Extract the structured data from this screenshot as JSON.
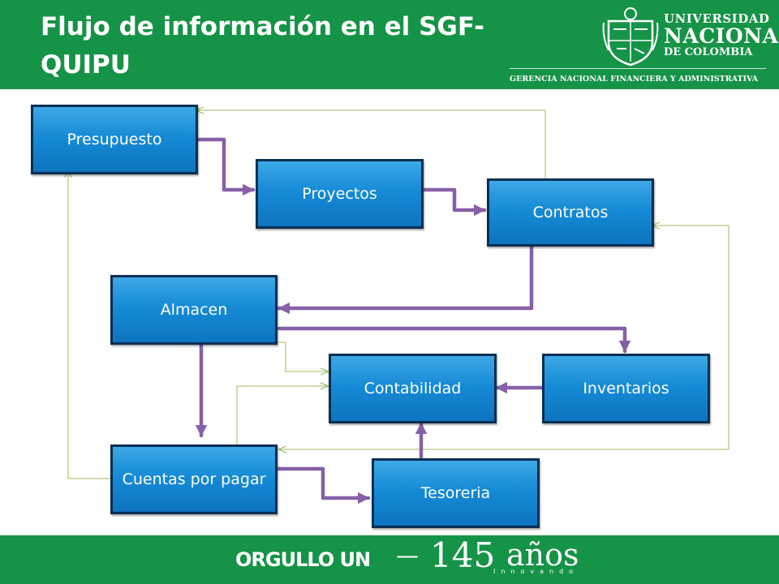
{
  "title": "Flujo de información en el SGF-QUIPU",
  "logo": {
    "line1": "UNIVERSIDAD",
    "line2": "NACIONAL",
    "line3": "DE COLOMBIA",
    "subtitle": "GERENCIA NACIONAL FINANCIERA Y ADMINISTRATIVA"
  },
  "nodes": {
    "presupuesto": "Presupuesto",
    "proyectos": "Proyectos",
    "contratos": "Contratos",
    "almacen": "Almacen",
    "contabilidad": "Contabilidad",
    "inventarios": "Inventarios",
    "cuentas": "Cuentas por pagar",
    "tesoreria": "Tesoreria"
  },
  "footer": {
    "orgullo": "ORGULLO UN",
    "number": "145",
    "anos": "años",
    "innovando": "Innovando"
  },
  "colors": {
    "green": "#159347",
    "box": "#168bd6",
    "box_border": "#0a2f52",
    "thick_arrow": "#8660a8",
    "thin_arrow": "#9bbb59"
  }
}
